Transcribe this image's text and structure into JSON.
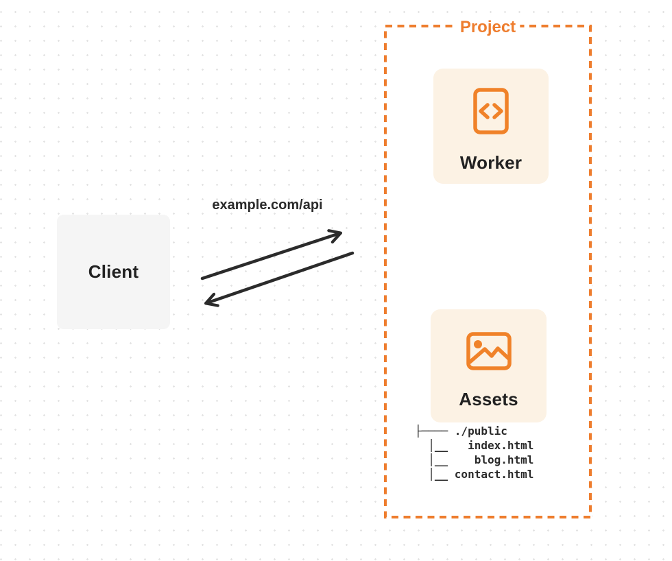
{
  "colors": {
    "accent_orange": "#EE7D2E",
    "icon_orange": "#F08229",
    "card_cream": "#FCF2E4",
    "client_gray": "#F5F5F5",
    "arrow_dark": "#2B2B2B",
    "dot_gray": "#E3E3E3",
    "label_dark": "#222222"
  },
  "client": {
    "label": "Client"
  },
  "request": {
    "label": "example.com/api"
  },
  "project": {
    "title": "Project",
    "worker": {
      "label": "Worker",
      "icon": "code-file-icon"
    },
    "assets": {
      "label": "Assets",
      "icon": "image-icon"
    },
    "file_tree_lines": [
      "├──── ./public",
      "  │__   index.html",
      "  │__    blog.html",
      "  │__ contact.html"
    ]
  }
}
